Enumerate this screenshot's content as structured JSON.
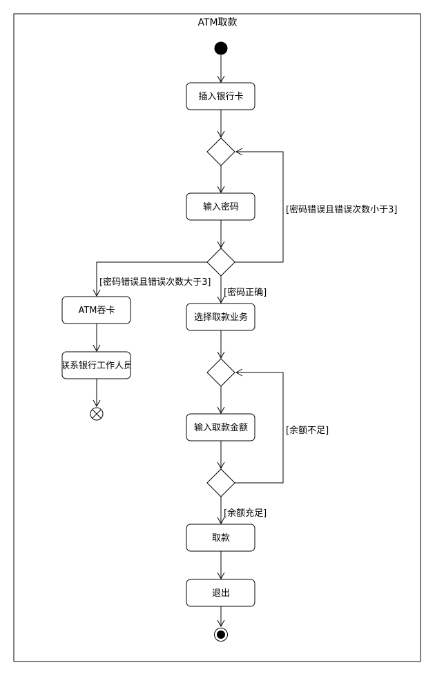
{
  "diagram": {
    "title": "ATM取款",
    "actions": {
      "insert_card": "插入银行卡",
      "enter_password": "输入密码",
      "swallow_card": "ATM吞卡",
      "contact_staff": "联系银行工作人员",
      "select_service": "选择取款业务",
      "enter_amount": "输入取款金额",
      "withdraw": "取款",
      "exit": "退出"
    },
    "guards": {
      "pwd_wrong_less3": "[密码错误且错误次数小于3]",
      "pwd_wrong_more3": "[密码错误且错误次数大于3]",
      "pwd_correct": "[密码正确]",
      "balance_insufficient": "[余额不足]",
      "balance_sufficient": "[余额充足]"
    }
  }
}
